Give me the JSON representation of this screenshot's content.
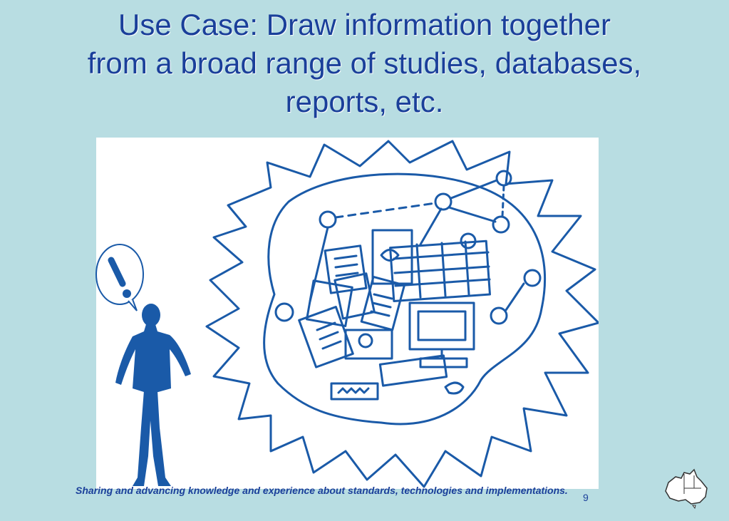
{
  "slide": {
    "title_lines": [
      "Use Case: Draw information together",
      "from a broad range of studies, databases,",
      "reports, etc."
    ],
    "footer": "Sharing and advancing knowledge and experience about standards, technologies and implementations.",
    "page_number": "9"
  },
  "colors": {
    "background": "#b8dde2",
    "title": "#1a3f9a",
    "sketch": "#1a5aa8"
  },
  "icons": {
    "logo": "australia-map-icon",
    "exclamation": "exclamation-icon"
  }
}
